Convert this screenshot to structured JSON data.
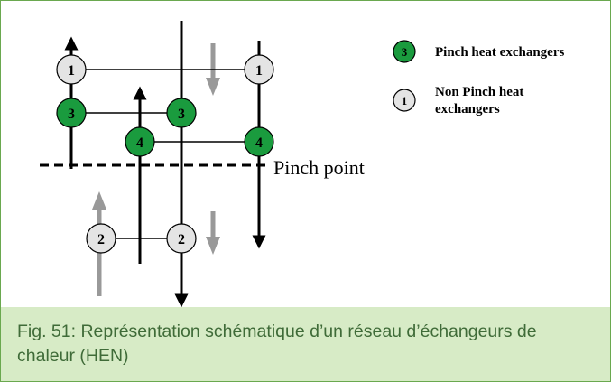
{
  "colors": {
    "pinch_fill": "#1a9b3e",
    "non_pinch_fill": "#e4e4e4",
    "frame_border": "#6aa84f",
    "caption_bg": "#d7ebc6",
    "caption_text": "#3f6b38"
  },
  "diagram": {
    "nodes": [
      {
        "label": "1",
        "kind": "non-pinch"
      },
      {
        "label": "1",
        "kind": "non-pinch"
      },
      {
        "label": "3",
        "kind": "pinch"
      },
      {
        "label": "3",
        "kind": "pinch"
      },
      {
        "label": "4",
        "kind": "pinch"
      },
      {
        "label": "4",
        "kind": "pinch"
      },
      {
        "label": "2",
        "kind": "non-pinch"
      },
      {
        "label": "2",
        "kind": "non-pinch"
      }
    ],
    "pinch_label": "Pinch point",
    "legend": {
      "pinch": {
        "marker": "3",
        "text": "Pinch heat exchangers"
      },
      "non_pinch": {
        "marker": "1",
        "text_line1": "Non Pinch heat",
        "text_line2": "exchangers"
      }
    }
  },
  "caption": {
    "text": "Fig. 51: Représentation schématique d’un réseau d’échangeurs de chaleur (HEN)"
  }
}
